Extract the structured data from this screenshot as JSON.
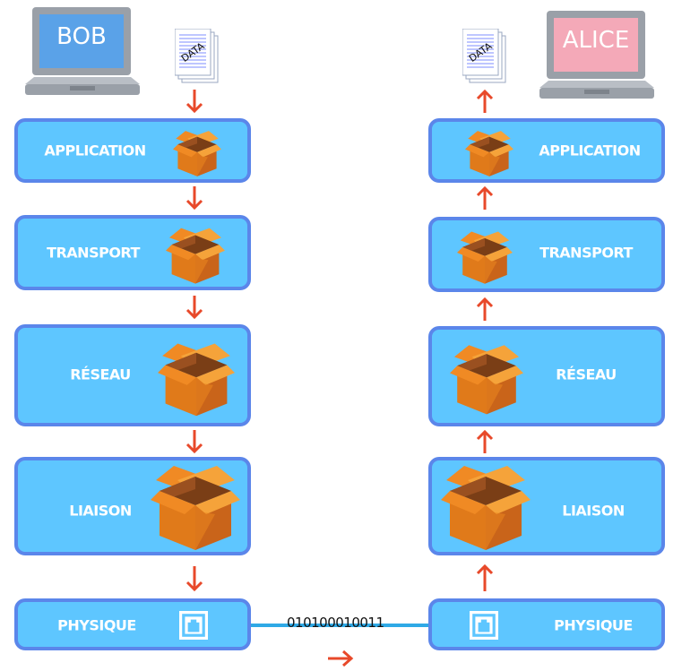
{
  "colors": {
    "layer_fill": "#5ec6ff",
    "layer_border": "#5b86ea",
    "arrow": "#e8492a",
    "box_main": "#f08a24",
    "box_dark": "#8a4a1c",
    "link_line": "#2fa9e6",
    "bob_screen": "#5aa2e8",
    "alice_screen": "#f4a9b8"
  },
  "bob": {
    "label": "BOB",
    "data_label": "DATA",
    "layers": [
      {
        "label": "APPLICATION",
        "icon": "box-icon"
      },
      {
        "label": "TRANSPORT",
        "icon": "box-icon"
      },
      {
        "label": "RÉSEAU",
        "icon": "box-icon"
      },
      {
        "label": "LIAISON",
        "icon": "box-icon"
      },
      {
        "label": "PHYSIQUE",
        "icon": "network-port-icon"
      }
    ]
  },
  "alice": {
    "label": "ALICE",
    "data_label": "DATA",
    "layers": [
      {
        "label": "APPLICATION",
        "icon": "box-icon"
      },
      {
        "label": "TRANSPORT",
        "icon": "box-icon"
      },
      {
        "label": "RÉSEAU",
        "icon": "box-icon"
      },
      {
        "label": "LIAISON",
        "icon": "box-icon"
      },
      {
        "label": "PHYSIQUE",
        "icon": "network-port-icon"
      }
    ]
  },
  "link": {
    "bits": "010100010011"
  }
}
